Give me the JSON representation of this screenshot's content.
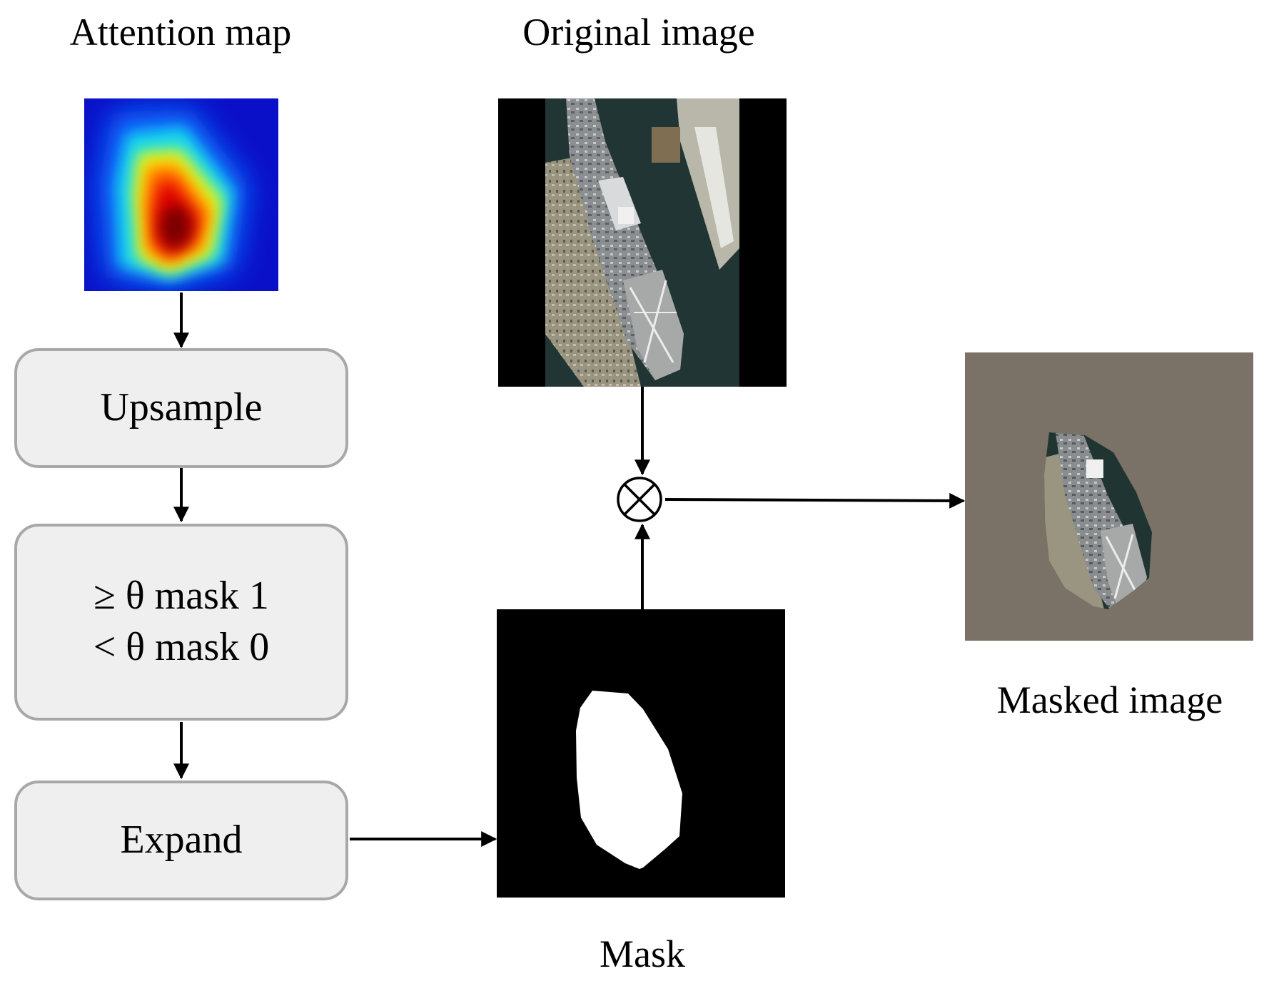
{
  "titles": {
    "attention_map": "Attention map",
    "original_image": "Original image",
    "masked_image": "Masked image",
    "mask": "Mask"
  },
  "steps": {
    "upsample": "Upsample",
    "threshold_line1": "≥ θ mask 1",
    "threshold_line2": "< θ mask 0",
    "expand": "Expand"
  },
  "operator": "⊗",
  "colors": {
    "box_fill": "#efefef",
    "box_border": "#a8a8a8",
    "masked_background": "#7a7266",
    "mask_background": "#000000",
    "mask_foreground": "#ffffff"
  }
}
